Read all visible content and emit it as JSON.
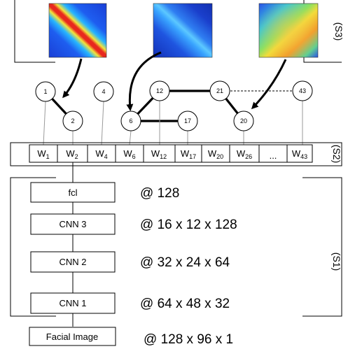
{
  "nodes": {
    "n1": "1",
    "n2": "2",
    "n4": "4",
    "n6": "6",
    "n12": "12",
    "n17": "17",
    "n20": "20",
    "n21": "21",
    "n43": "43"
  },
  "weights": {
    "w1": {
      "main": "W",
      "sub": "1"
    },
    "w2": {
      "main": "W",
      "sub": "2"
    },
    "w4": {
      "main": "W",
      "sub": "4"
    },
    "w6": {
      "main": "W",
      "sub": "6"
    },
    "w12": {
      "main": "W",
      "sub": "12"
    },
    "w17": {
      "main": "W",
      "sub": "17"
    },
    "w20": {
      "main": "W",
      "sub": "20"
    },
    "w26": {
      "main": "W",
      "sub": "26"
    },
    "ellipsis": "...",
    "w43": {
      "main": "W",
      "sub": "43"
    }
  },
  "layers": {
    "fcl": "fcl",
    "cnn3": "CNN 3",
    "cnn2": "CNN 2",
    "cnn1": "CNN 1",
    "input": "Facial Image"
  },
  "dims": {
    "fcl": "@ 128",
    "cnn3": "@ 16 x 12 x 128",
    "cnn2": "@ 32 x 24 x 64",
    "cnn1": "@ 64 x 48 x 32",
    "input": "@ 128 x 96 x 1"
  },
  "stages": {
    "s1": "(S1)",
    "s2": "(S2)",
    "s3": "(S3)"
  }
}
